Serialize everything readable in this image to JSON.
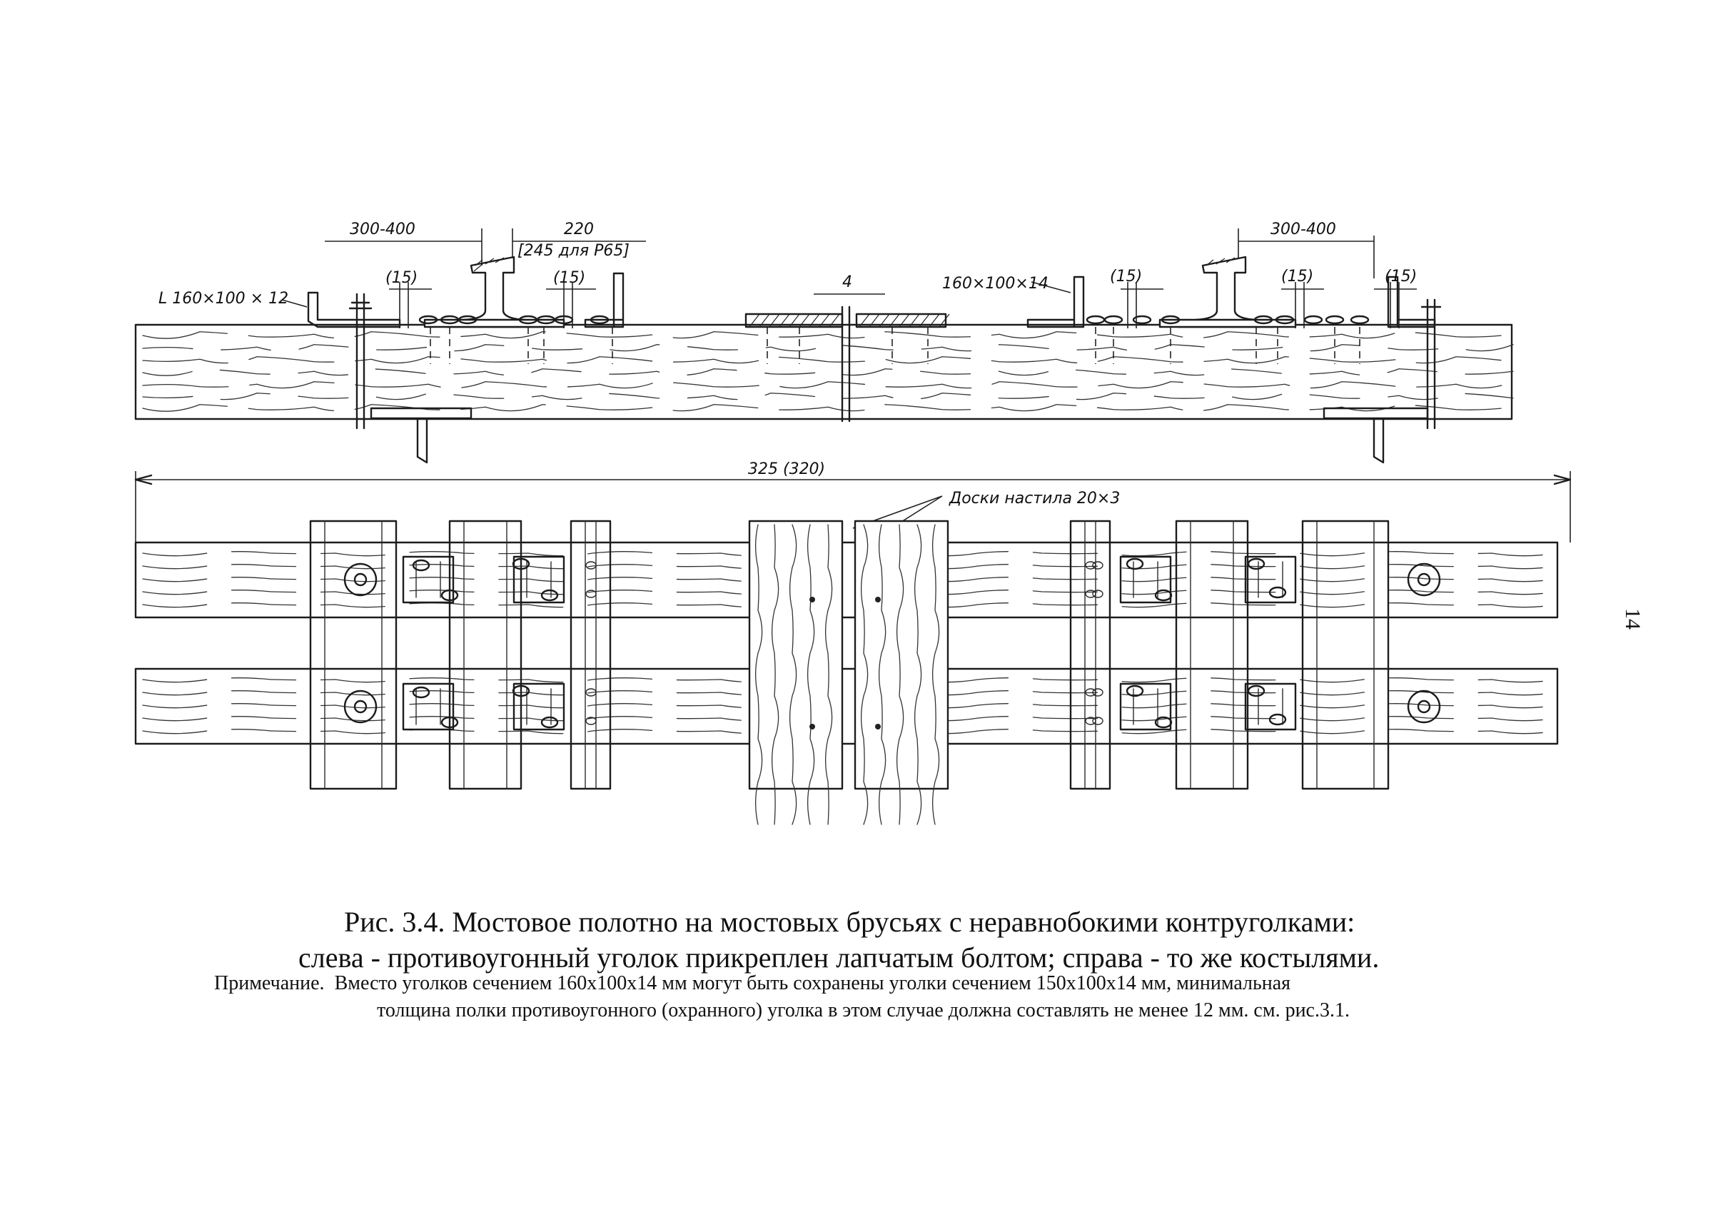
{
  "dimensions": {
    "left_offset": "300-400",
    "right_offset": "300-400",
    "rail_gauge": "220",
    "rail_gauge_alt": "[245 для Р65]",
    "fastener_spacing": "(15)",
    "center_gap": "4",
    "total_length": "325 (320)"
  },
  "labels": {
    "left_angle": "L 160×100 × 12",
    "right_angle": "160×100×14",
    "deck_boards": "Доски настила 20×3"
  },
  "caption": {
    "title": "Рис. 3.4. Мостовое полотно на мостовых брусьях с неравнобокими контруголками:",
    "subtitle": "слева - противоугонный уголок прикреплен лапчатым болтом; справа - то же костылями.",
    "note_label": "Примечание.",
    "note_line1": "Вместо уголков сечением 160x100x14 мм могут быть  сохранены  уголки сечением 150x100x14 мм, минимальная",
    "note_line2": "толщина полки противоугонного (охранного) уголка в этом случае должна составлять не менее 12 мм. см. рис.3.1."
  },
  "page_number": "14"
}
